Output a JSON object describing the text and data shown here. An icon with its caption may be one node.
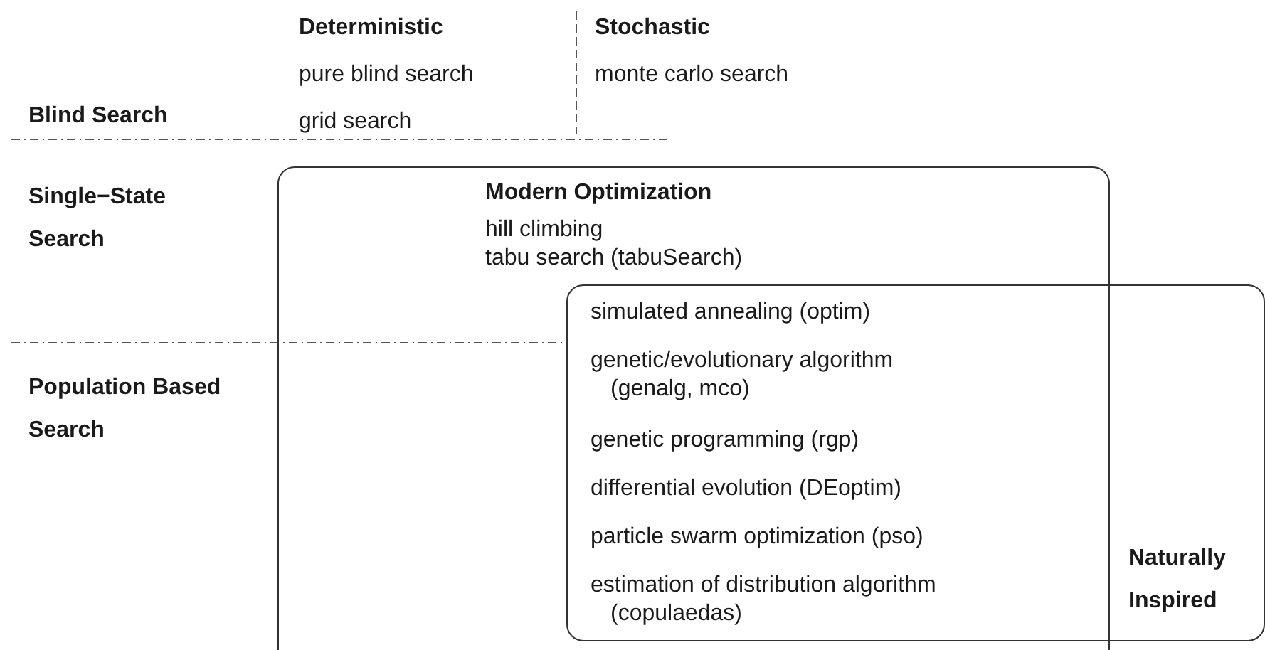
{
  "diagram": {
    "nodes": [
      {
        "text": [
          "Modern Optimization",
          "hill climbing",
          "tabu search (tabuSearch)"
        ]
      },
      {
        "text": [
          "simulated annealing (optim)",
          "genetic/evolutionary algorithm (genalg, mco)",
          "genetic programming (rgp)",
          "differential evolution (DEoptim)",
          "particle swarm optimization (pso)",
          "estimation of distribution algorithm (copulaedas)",
          "Naturally Inspired"
        ]
      }
    ],
    "labels": [
      "Deterministic",
      "Stochastic",
      "pure blind search",
      "monte carlo search",
      "Blind Search",
      "grid search",
      "Single−State Search",
      "Population Based Search"
    ]
  }
}
